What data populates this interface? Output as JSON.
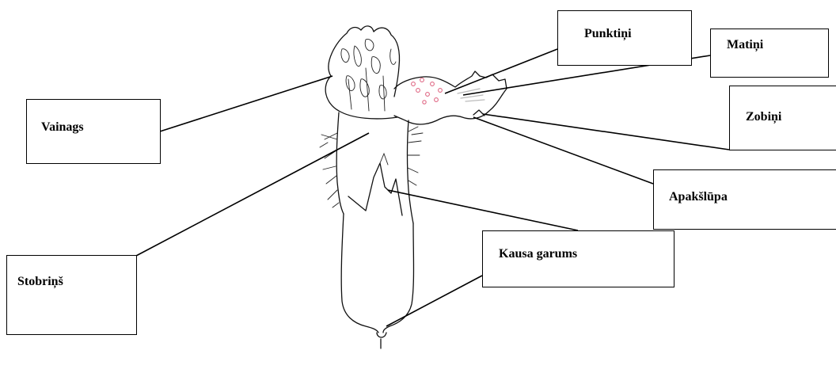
{
  "labels": {
    "punktini": "Punktiņi",
    "matini": "Matiņi",
    "zobini": "Zobiņi",
    "vainags": "Vainags",
    "apakslupa": "Apakšlūpa",
    "kausa_garums": "Kausa garums",
    "stobrins": "Stobriņš"
  },
  "colors": {
    "line": "#000000",
    "spots": "#e06a86"
  }
}
